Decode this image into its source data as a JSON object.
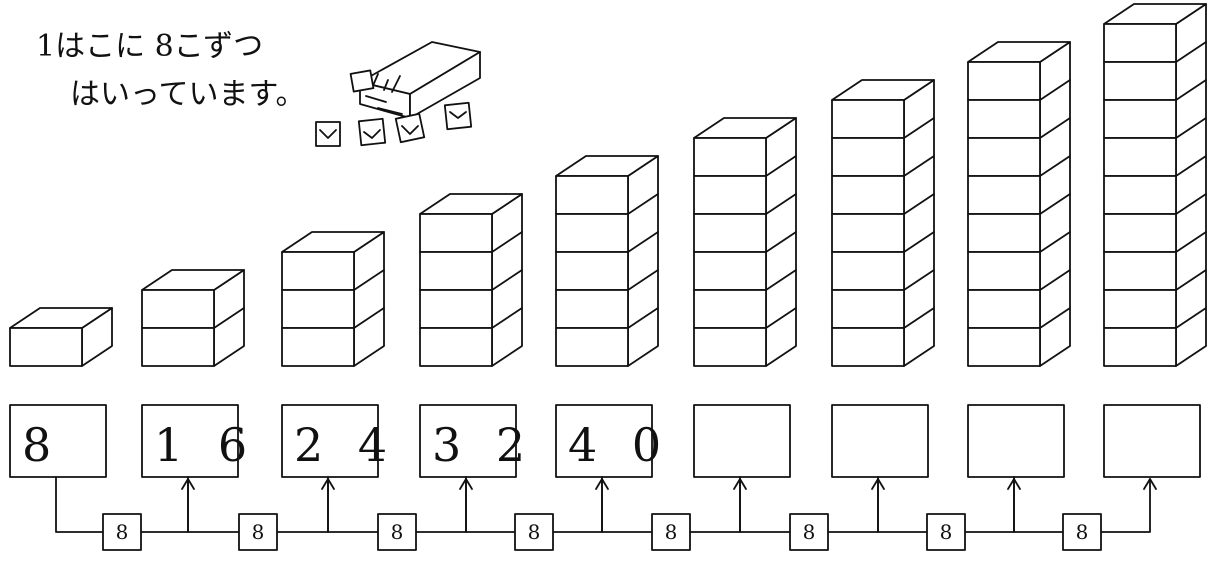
{
  "instruction": {
    "line1": "1はこに 8こずつ",
    "line2": "はいっています。"
  },
  "illustration": {
    "icon": "open-box-with-candies-icon"
  },
  "boxes_per_stack": [
    1,
    2,
    3,
    4,
    5,
    6,
    7,
    8,
    9
  ],
  "answers": [
    "8",
    "1 6",
    "2 4",
    "3 2",
    "4 0",
    "",
    "",
    "",
    ""
  ],
  "steps": [
    "8",
    "8",
    "8",
    "8",
    "8",
    "8",
    "8",
    "8"
  ]
}
